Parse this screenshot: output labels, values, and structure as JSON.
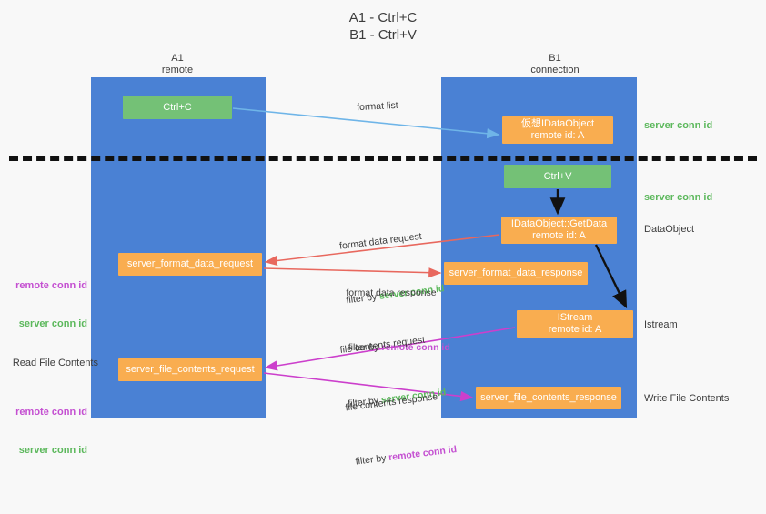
{
  "title": "A1 - Ctrl+C\nB1 - Ctrl+V",
  "lanes": [
    {
      "name": "A1",
      "sub": "remote",
      "header": "A1\nremote",
      "color": "#4a81d4"
    },
    {
      "name": "B1",
      "sub": "connection",
      "header": "B1\nconnection",
      "color": "#4a81d4"
    }
  ],
  "colors": {
    "lane": "#4a81d4",
    "green_box": "#74c176",
    "orange_box": "#f9ad50",
    "server_conn_id": "#5cb85c",
    "remote_conn_id": "#c44fd1",
    "arrow_blue": "#6fb5e8",
    "arrow_red": "#e8685e",
    "arrow_magenta": "#cc3fcc",
    "arrow_black": "#111111",
    "divider": "#111111",
    "background": "#f8f8f8"
  },
  "boxes": {
    "ctrl_c": "Ctrl+C",
    "virtual_dataobject": "仮想IDataObject\nremote id: A",
    "ctrl_v": "Ctrl+V",
    "getdata": "IDataObject::GetData\nremote id: A",
    "server_format_data_request": "server_format_data_request",
    "server_format_data_response": "server_format_data_response",
    "istream": "IStream\nremote id: A",
    "server_file_contents_request": "server_file_contents_request",
    "server_file_contents_response": "server_file_contents_response"
  },
  "side_labels": {
    "server_conn_id_1": "server conn id",
    "server_conn_id_2": "server conn id",
    "dataobject": "DataObject",
    "istream": "Istream",
    "write_file_contents": "Write File Contents",
    "read_file_contents": "Read File Contents",
    "remote_conn_id": "remote conn id",
    "server_conn_id": "server conn id"
  },
  "annotations": {
    "format_list": "format list",
    "format_data_request": "format data request",
    "format_data_request_filter_prefix": "filter by ",
    "format_data_request_filter_value": "server conn id",
    "format_data_response": "format data response",
    "format_data_response_filter_prefix": "filter by ",
    "format_data_response_filter_value": "remote conn id",
    "file_contents_request": "file contents request",
    "file_contents_request_filter_prefix": "filter by ",
    "file_contents_request_filter_value": "server conn id",
    "file_contents_response": "file contents response",
    "file_contents_response_filter_prefix": "filter by ",
    "file_contents_response_filter_value": "remote conn id"
  }
}
